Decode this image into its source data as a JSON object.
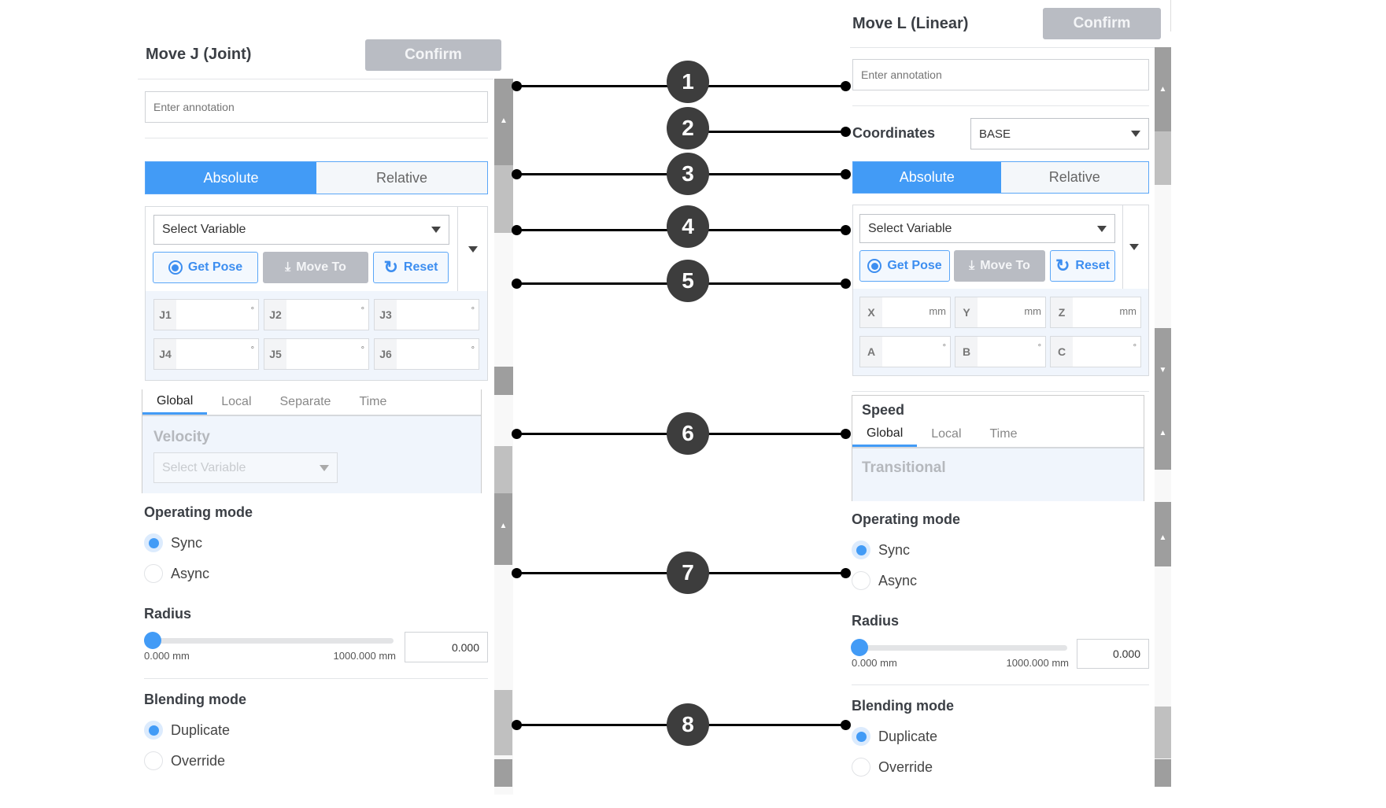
{
  "left": {
    "title": "Move J (Joint)",
    "confirm": "Confirm",
    "annotation_placeholder": "Enter annotation",
    "mode_tabs": [
      "Absolute",
      "Relative"
    ],
    "select_variable": "Select Variable",
    "buttons": {
      "get_pose": "Get Pose",
      "move_to": "Move To",
      "reset": "Reset"
    },
    "fields": [
      {
        "label": "J1",
        "unit": "°"
      },
      {
        "label": "J2",
        "unit": "°"
      },
      {
        "label": "J3",
        "unit": "°"
      },
      {
        "label": "J4",
        "unit": "°"
      },
      {
        "label": "J5",
        "unit": "°"
      },
      {
        "label": "J6",
        "unit": "°"
      }
    ],
    "speed_tabs": [
      "Global",
      "Local",
      "Separate",
      "Time"
    ],
    "velocity_label": "Velocity",
    "velocity_select": "Select Variable",
    "operating_mode": {
      "title": "Operating mode",
      "options": [
        "Sync",
        "Async"
      ],
      "selected": "Sync"
    },
    "radius": {
      "title": "Radius",
      "min_label": "0.000 mm",
      "max_label": "1000.000 mm",
      "value": "0.000",
      "fraction": 0
    },
    "blending_mode": {
      "title": "Blending mode",
      "options": [
        "Duplicate",
        "Override"
      ],
      "selected": "Duplicate"
    }
  },
  "right": {
    "title": "Move L (Linear)",
    "confirm": "Confirm",
    "annotation_placeholder": "Enter annotation",
    "coordinates_label": "Coordinates",
    "coordinates_value": "BASE",
    "mode_tabs": [
      "Absolute",
      "Relative"
    ],
    "select_variable": "Select Variable",
    "buttons": {
      "get_pose": "Get Pose",
      "move_to": "Move To",
      "reset": "Reset"
    },
    "fields": [
      {
        "label": "X",
        "unit": "mm"
      },
      {
        "label": "Y",
        "unit": "mm"
      },
      {
        "label": "Z",
        "unit": "mm"
      },
      {
        "label": "A",
        "unit": "°"
      },
      {
        "label": "B",
        "unit": "°"
      },
      {
        "label": "C",
        "unit": "°"
      }
    ],
    "speed_title": "Speed",
    "speed_tabs": [
      "Global",
      "Local",
      "Time"
    ],
    "transitional_label": "Transitional",
    "operating_mode": {
      "title": "Operating mode",
      "options": [
        "Sync",
        "Async"
      ],
      "selected": "Sync"
    },
    "radius": {
      "title": "Radius",
      "min_label": "0.000 mm",
      "max_label": "1000.000 mm",
      "value": "0.000",
      "fraction": 0
    },
    "blending_mode": {
      "title": "Blending mode",
      "options": [
        "Duplicate",
        "Override"
      ],
      "selected": "Duplicate"
    }
  },
  "callouts": [
    "1",
    "2",
    "3",
    "4",
    "5",
    "6",
    "7",
    "8"
  ],
  "colors": {
    "accent": "#429bf6",
    "disabled_button": "#b9bcc3",
    "callout": "#3d3d3d"
  }
}
